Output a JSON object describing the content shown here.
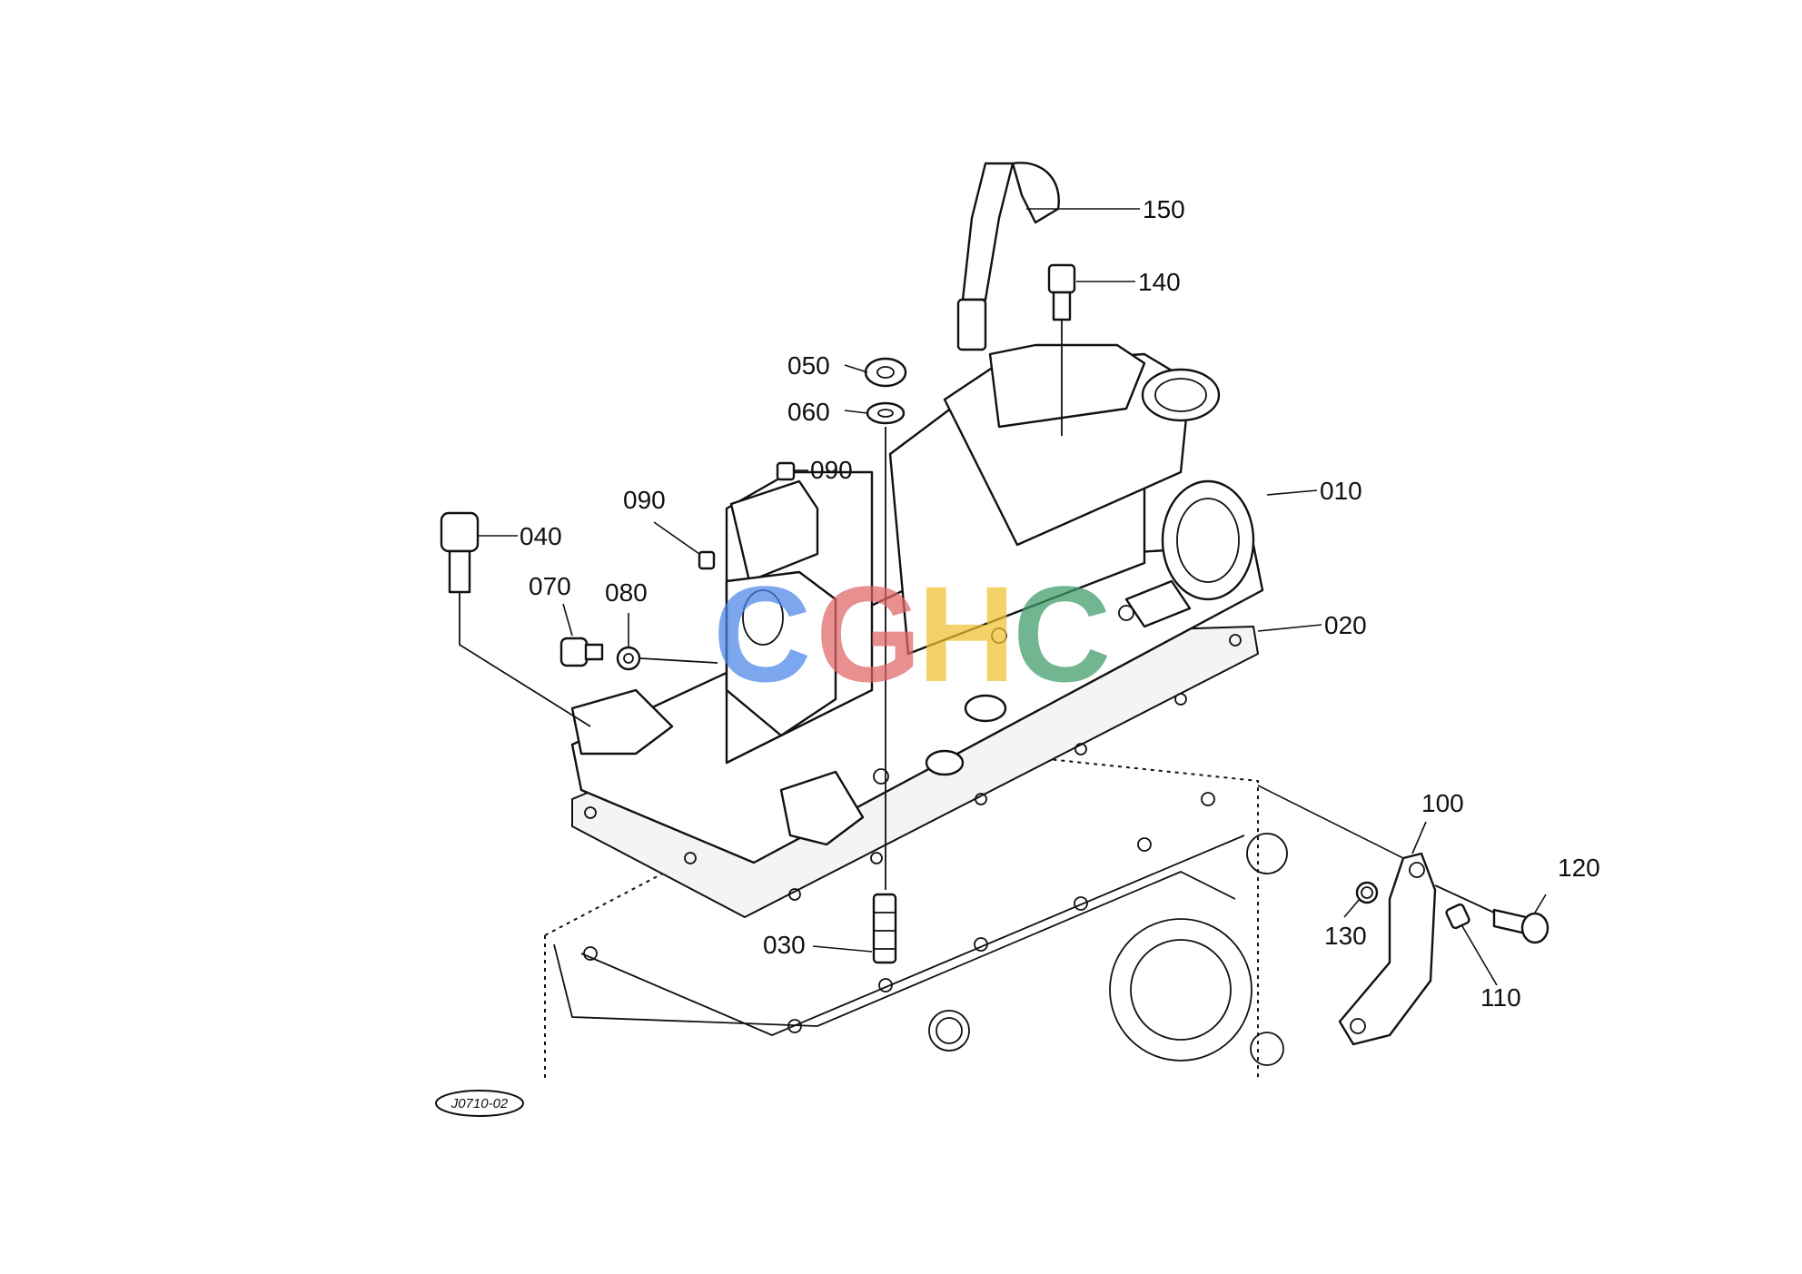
{
  "diagram": {
    "figure_id": "J0710-02",
    "watermark": {
      "letters": [
        "C",
        "G",
        "H",
        "C"
      ],
      "colors": [
        "#4a86e8",
        "#e06666",
        "#f1c232",
        "#3c9a68"
      ]
    },
    "callouts": [
      "010",
      "020",
      "030",
      "040",
      "050",
      "060",
      "070",
      "080",
      "090",
      "090",
      "100",
      "110",
      "120",
      "130",
      "140",
      "150"
    ]
  }
}
